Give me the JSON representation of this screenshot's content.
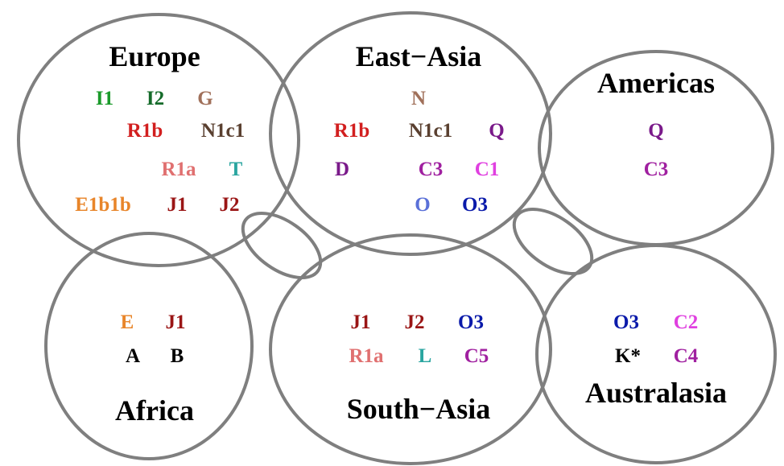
{
  "regions": {
    "europe": {
      "title": "Europe",
      "items": [
        {
          "label": "I1",
          "color": "#1a9a2a"
        },
        {
          "label": "I2",
          "color": "#156b2a"
        },
        {
          "label": "G",
          "color": "#a0705a"
        },
        {
          "label": "R1b",
          "color": "#d21f1f"
        },
        {
          "label": "N1c1",
          "color": "#5a4030"
        },
        {
          "label": "R1a",
          "color": "#e07070"
        },
        {
          "label": "T",
          "color": "#2aa5a0"
        },
        {
          "label": "E1b1b",
          "color": "#e8852a"
        },
        {
          "label": "J1",
          "color": "#9a1515"
        },
        {
          "label": "J2",
          "color": "#9a1515"
        }
      ]
    },
    "east_asia": {
      "title": "East−Asia",
      "items": [
        {
          "label": "N",
          "color": "#a0705a"
        },
        {
          "label": "R1b",
          "color": "#d21f1f"
        },
        {
          "label": "N1c1",
          "color": "#5a4030"
        },
        {
          "label": "Q",
          "color": "#7a1a8a"
        },
        {
          "label": "D",
          "color": "#7a1a8a"
        },
        {
          "label": "C3",
          "color": "#a020a0"
        },
        {
          "label": "C1",
          "color": "#e040e0"
        },
        {
          "label": "O",
          "color": "#5a70d8"
        },
        {
          "label": "O3",
          "color": "#0a1aaa"
        }
      ]
    },
    "americas": {
      "title": "Americas",
      "items": [
        {
          "label": "Q",
          "color": "#7a1a8a"
        },
        {
          "label": "C3",
          "color": "#a020a0"
        }
      ]
    },
    "africa": {
      "title": "Africa",
      "items": [
        {
          "label": "E",
          "color": "#e8852a"
        },
        {
          "label": "J1",
          "color": "#9a1515"
        },
        {
          "label": "A",
          "color": "#000000"
        },
        {
          "label": "B",
          "color": "#000000"
        }
      ]
    },
    "south_asia": {
      "title": "South−Asia",
      "items": [
        {
          "label": "J1",
          "color": "#9a1515"
        },
        {
          "label": "J2",
          "color": "#9a1515"
        },
        {
          "label": "O3",
          "color": "#0a1aaa"
        },
        {
          "label": "R1a",
          "color": "#e07070"
        },
        {
          "label": "L",
          "color": "#2aa5a0"
        },
        {
          "label": "C5",
          "color": "#a020a0"
        }
      ]
    },
    "australasia": {
      "title": "Australasia",
      "items": [
        {
          "label": "O3",
          "color": "#0a1aaa"
        },
        {
          "label": "C2",
          "color": "#e040e0"
        },
        {
          "label": "K*",
          "color": "#000000"
        },
        {
          "label": "C4",
          "color": "#a020a0"
        }
      ]
    }
  }
}
